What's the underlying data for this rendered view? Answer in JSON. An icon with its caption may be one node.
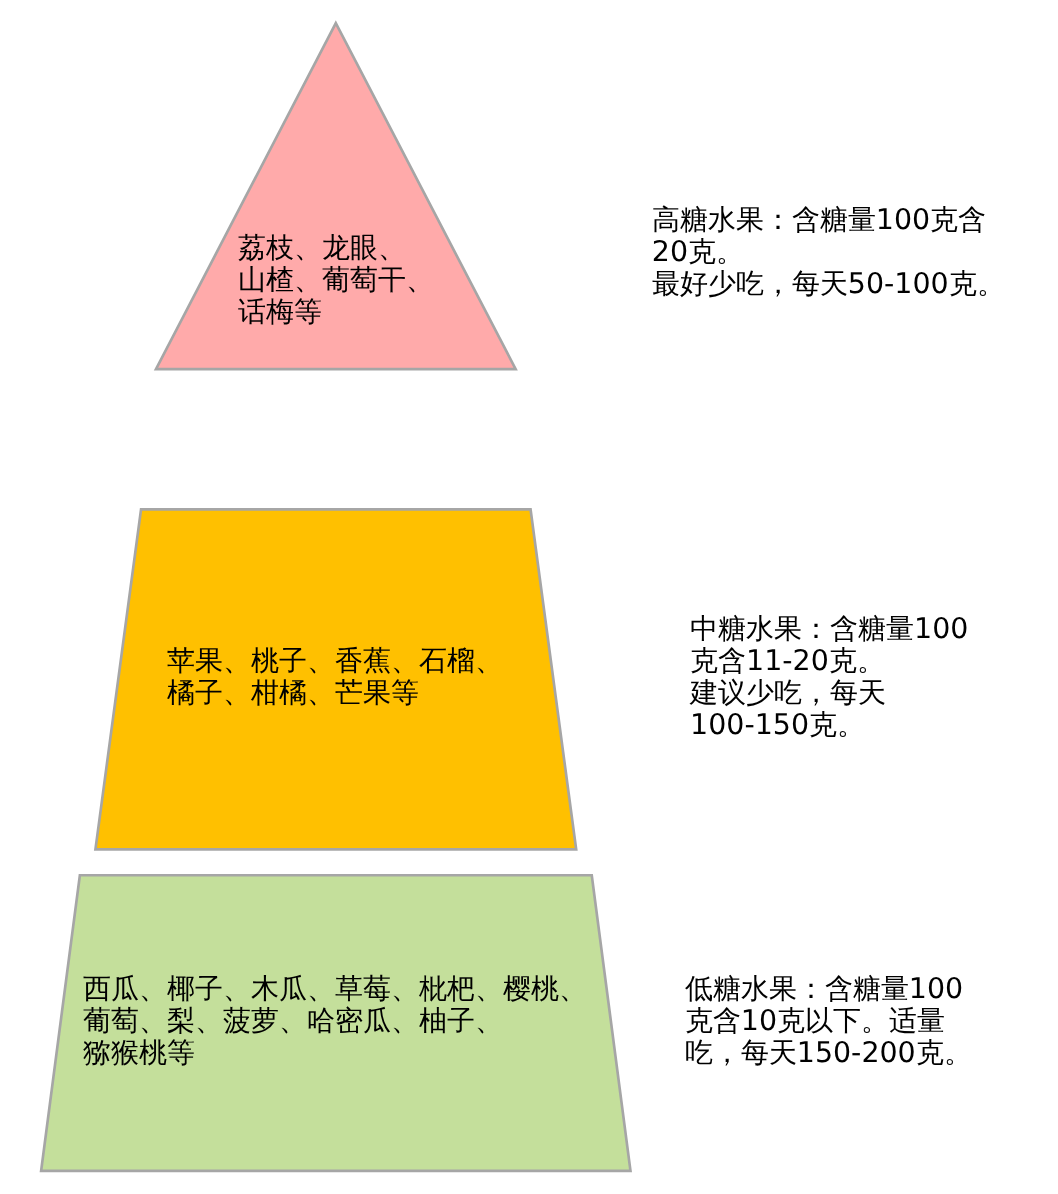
{
  "diagram": {
    "nodes": [
      {
        "text": [
          "荔枝、龙眼、山楂、葡萄干、话梅等"
        ],
        "beside": [
          "高糖水果：含糖量100克含20克。",
          "最好少吃，每天50-100克。"
        ]
      },
      {
        "text": [
          "苹果、桃子、香蕉、石榴、橘子、柑橘、芒果等"
        ],
        "beside": [
          "中糖水果：含糖量100克含11-20克。",
          "建议少吃，每天100-150克。"
        ]
      },
      {
        "text": [
          "西瓜、椰子、木瓜、草莓、枇杷、樱桃、葡萄、梨、菠萝、哈密瓜、柚子、猕猴桃等"
        ],
        "beside": [
          "低糖水果：含糖量100克含10克以下。适量吃，每天150-200克。"
        ]
      }
    ]
  }
}
